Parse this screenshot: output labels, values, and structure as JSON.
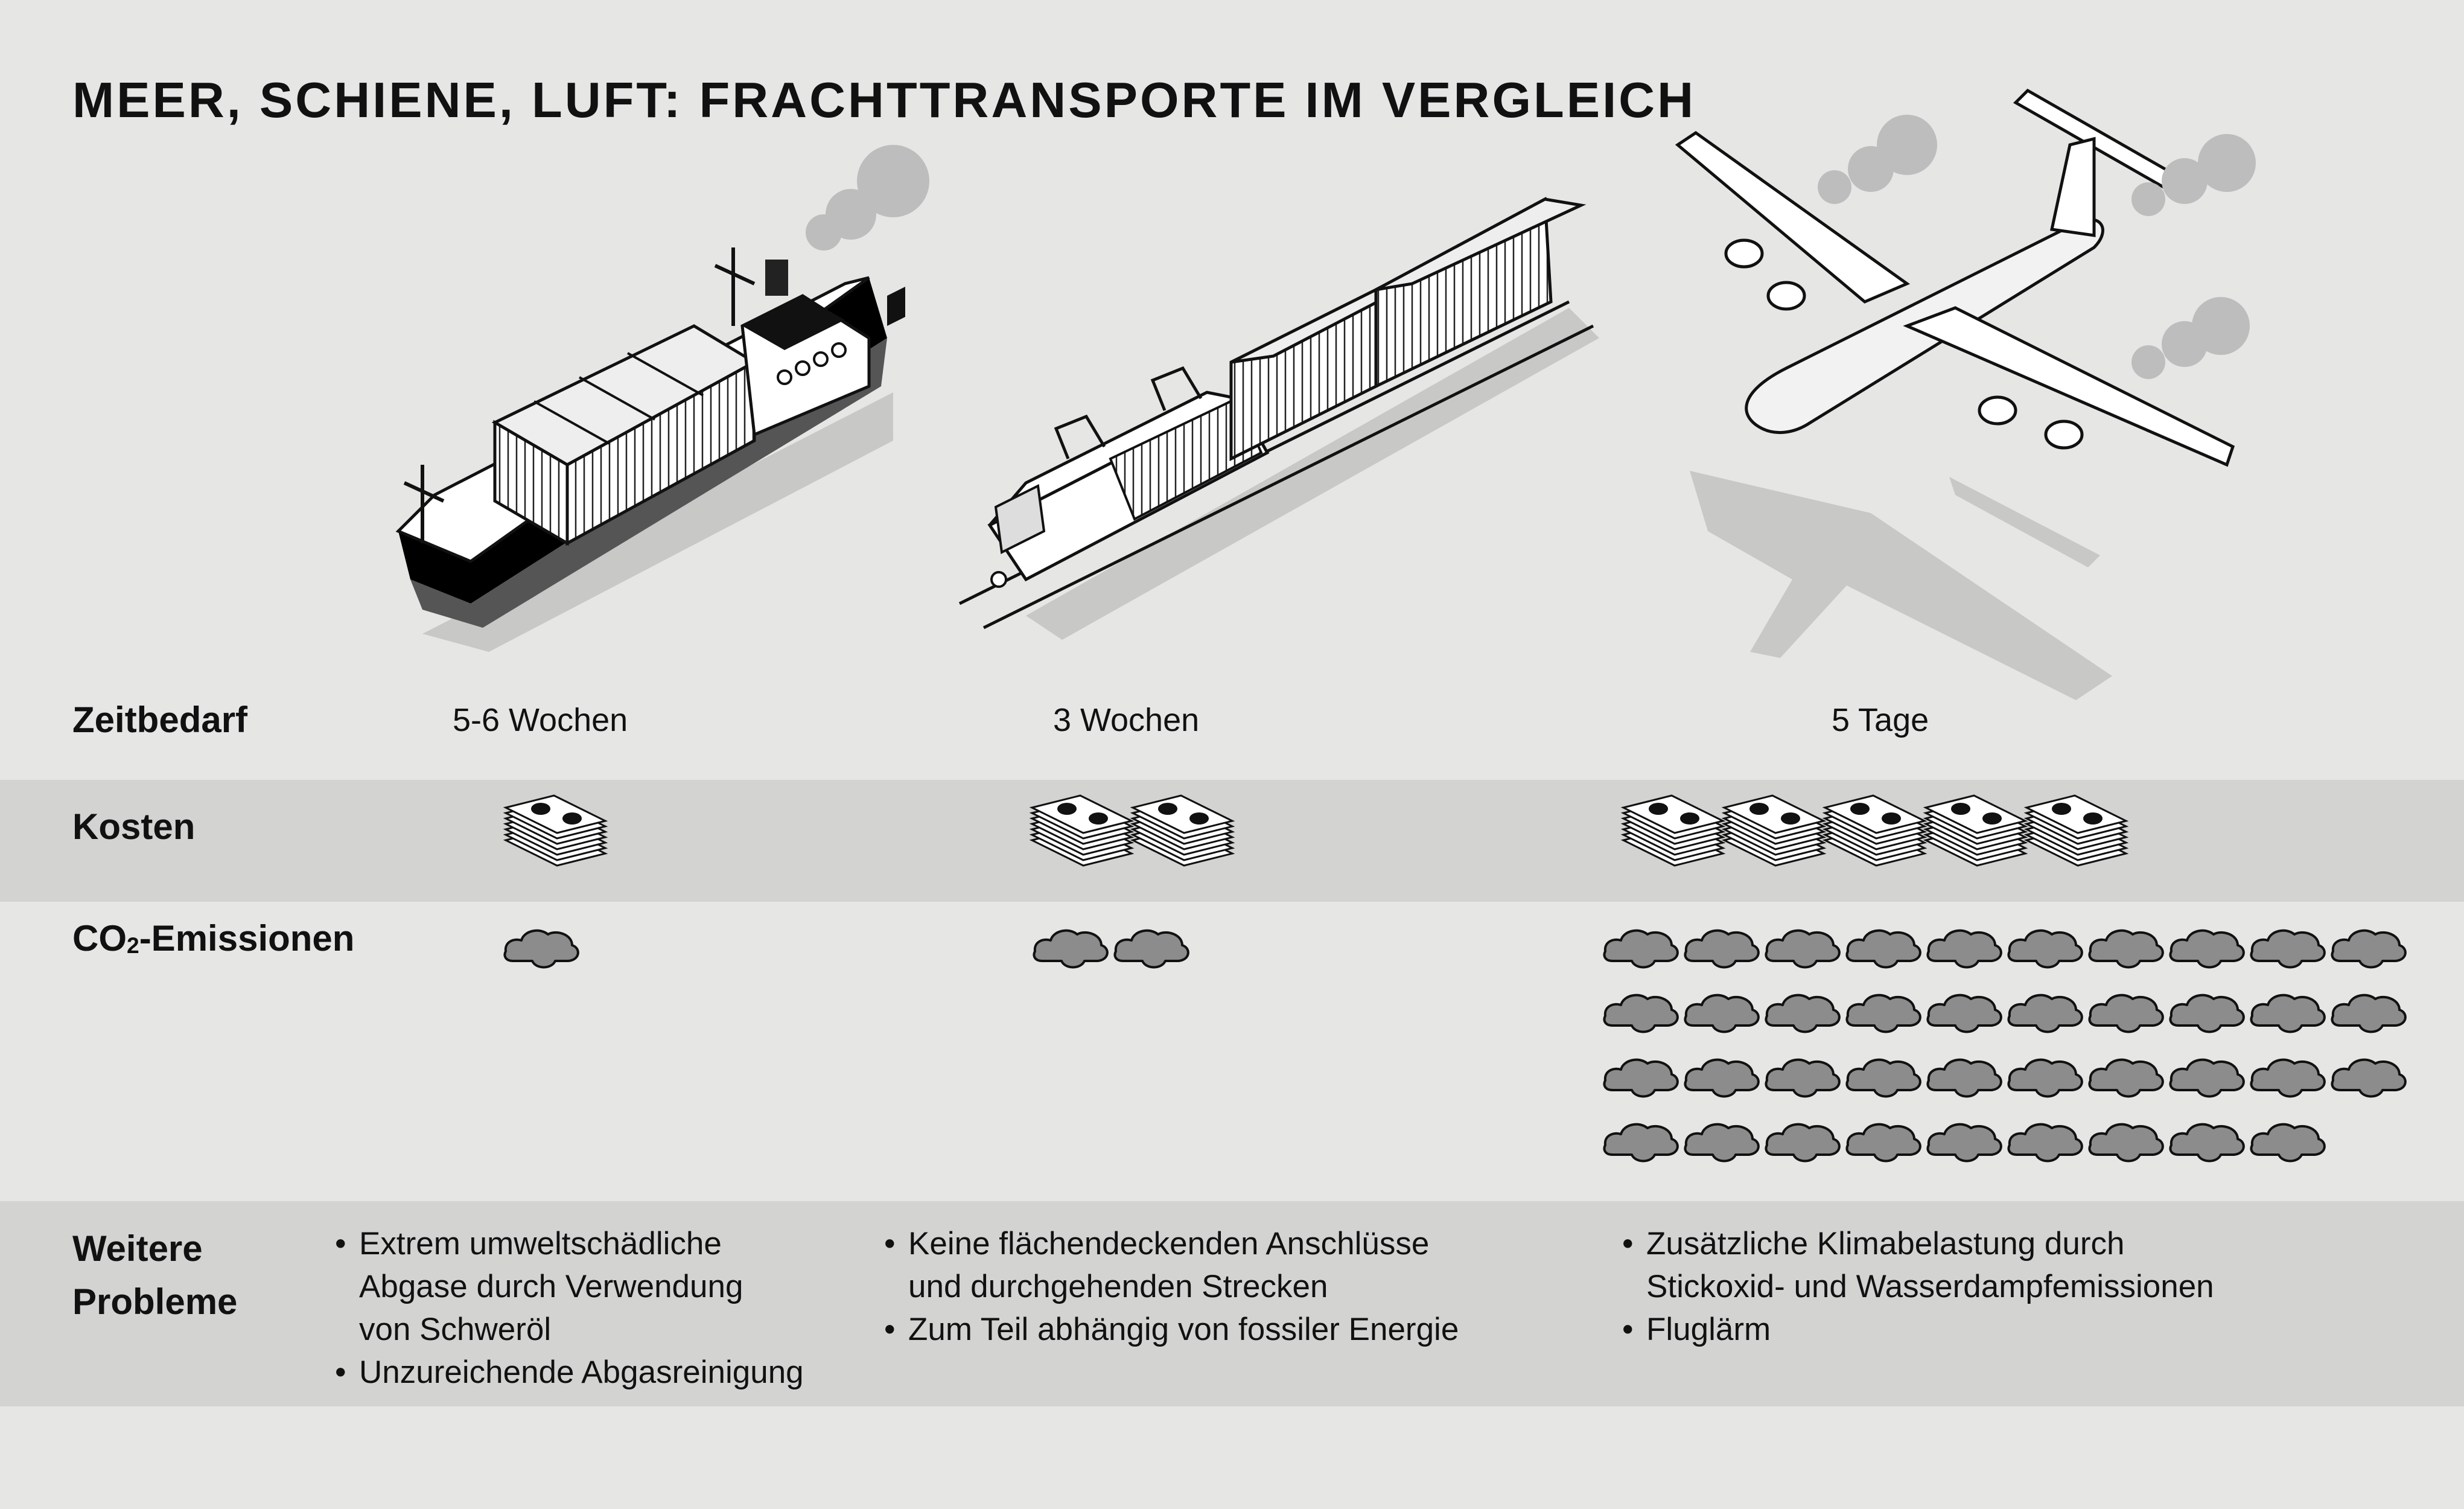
{
  "title": "MEER, SCHIENE, LUFT: FRACHTTRANSPORTE IM VERGLEICH",
  "rows": {
    "zeit_label": "Zeitbedarf",
    "kosten_label": "Kosten",
    "co2_label_pre": "CO",
    "co2_label_sub": "2",
    "co2_label_post": "-Emissionen",
    "probleme_label_1": "Weitere",
    "probleme_label_2": "Probleme"
  },
  "modes": [
    {
      "name": "ship-icon",
      "zeit": "5-6 Wochen",
      "kosten_units": 1,
      "co2_units": 1,
      "probleme": [
        [
          "Extrem umweltschädliche",
          "Abgase durch Verwendung",
          "von Schweröl"
        ],
        [
          "Unzureichende Abgasreinigung"
        ]
      ]
    },
    {
      "name": "train-icon",
      "zeit": "3 Wochen",
      "kosten_units": 2,
      "co2_units": 2,
      "probleme": [
        [
          "Keine flächendeckenden Anschlüsse",
          "und durchgehenden Strecken"
        ],
        [
          "Zum Teil abhängig von fossiler Energie"
        ]
      ]
    },
    {
      "name": "airplane-icon",
      "zeit": "5 Tage",
      "kosten_units": 5,
      "co2_units": 39,
      "probleme": [
        [
          "Zusätzliche Klimabelastung durch",
          "Stickoxid- und Wasserdampfemissionen"
        ],
        [
          "Fluglärm"
        ]
      ]
    }
  ],
  "icons": {
    "money": "money-stack-icon",
    "co2": "co2-cloud-icon"
  },
  "colors": {
    "background": "#e6e6e5",
    "band": "#d3d3d2",
    "cloud": "#8c8c8c",
    "smoke": "#bdbdbd",
    "shadow": "#c8c8c7"
  }
}
